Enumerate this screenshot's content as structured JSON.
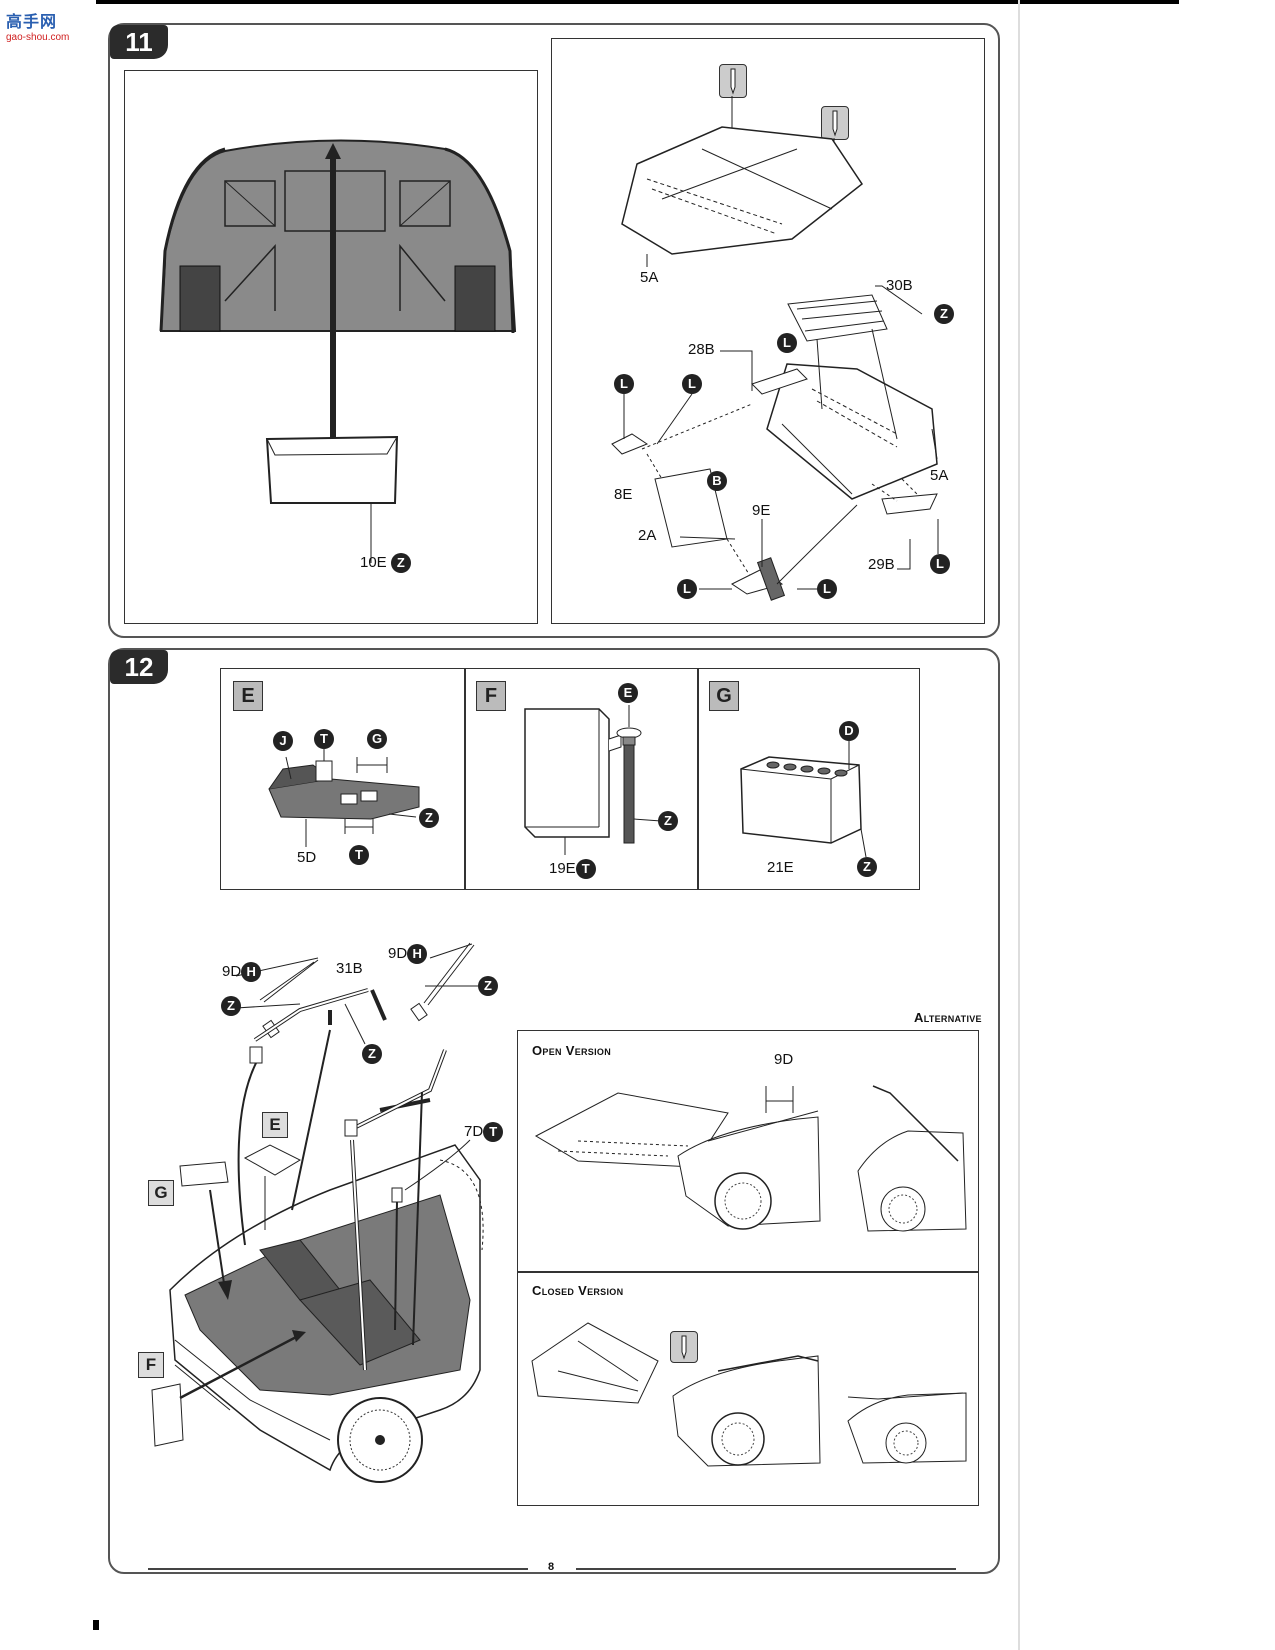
{
  "watermark": {
    "line1": "高手网",
    "line2": "gao-shou.com"
  },
  "page_number": "8",
  "step11": {
    "number": "11",
    "parts": {
      "p10E": {
        "code": "10E",
        "paint": "Z"
      },
      "p5A_top": {
        "code": "5A"
      },
      "p30B": {
        "code": "30B",
        "paint": "Z"
      },
      "p28B": {
        "code": "28B",
        "paint": "L"
      },
      "p8E": {
        "code": "8E",
        "paint1": "L",
        "paint2": "L"
      },
      "p2A": {
        "code": "2A",
        "paint": "B"
      },
      "p9E": {
        "code": "9E",
        "paint1": "L",
        "paint2": "L"
      },
      "p5A_bottom": {
        "code": "5A"
      },
      "p29B": {
        "code": "29B",
        "paint": "L"
      }
    }
  },
  "step12": {
    "number": "12",
    "sub_e": {
      "letter": "E",
      "part": "5D",
      "paints": [
        "J",
        "T",
        "G",
        "Z",
        "T"
      ]
    },
    "sub_f": {
      "letter": "F",
      "part": "19E",
      "part_paint": "T",
      "paints": [
        "E",
        "Z"
      ]
    },
    "sub_g": {
      "letter": "G",
      "part": "21E",
      "paints": [
        "D",
        "Z"
      ]
    },
    "main": {
      "p9D_left": {
        "code": "9D",
        "paint": "H"
      },
      "p31B": {
        "code": "31B"
      },
      "p9D_right": {
        "code": "9D",
        "paint": "H"
      },
      "z_left": "Z",
      "z_mid": "Z",
      "z_right": "Z",
      "p7D": {
        "code": "7D",
        "paint": "T"
      },
      "ref_e": "E",
      "ref_g": "G",
      "ref_f": "F"
    },
    "alternative": {
      "label": "Alternative",
      "open_label": "Open Version",
      "open_part": "9D",
      "closed_label": "Closed Version"
    }
  }
}
